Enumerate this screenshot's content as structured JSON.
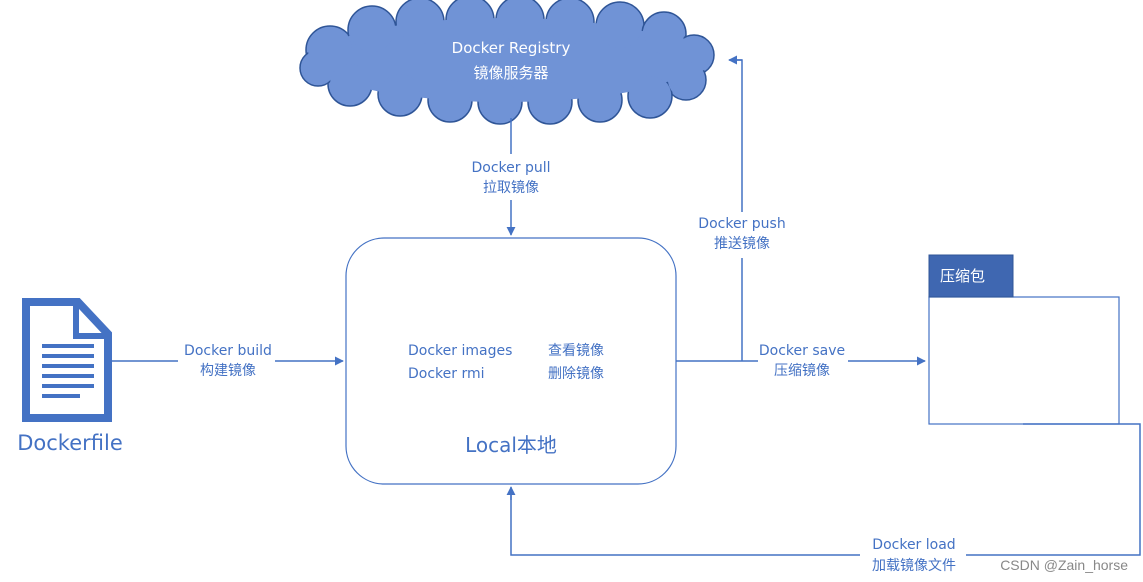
{
  "registry": {
    "title": "Docker Registry",
    "subtitle": "镜像服务器"
  },
  "pull": {
    "en": "Docker pull",
    "zh": "拉取镜像"
  },
  "push": {
    "en": "Docker push",
    "zh": "推送镜像"
  },
  "build": {
    "en": "Docker build",
    "zh": "构建镜像"
  },
  "save": {
    "en": "Docker save",
    "zh": "压缩镜像"
  },
  "load": {
    "en": "Docker load",
    "zh": "加载镜像文件"
  },
  "local": {
    "title": "Local本地",
    "images_cmd": "Docker images",
    "images_desc": "查看镜像",
    "rmi_cmd": "Docker rmi",
    "rmi_desc": "删除镜像"
  },
  "dockerfile": {
    "label": "Dockerfile"
  },
  "package": {
    "tab_label": "压缩包"
  },
  "watermark": "CSDN @Zain_horse",
  "colors": {
    "accent": "#4472c4",
    "cloud_fill": "#7093d6",
    "tab_fill": "#3f67b1"
  },
  "icons": {
    "dockerfile": "document-icon",
    "registry": "cloud-icon",
    "package": "folder-icon"
  }
}
